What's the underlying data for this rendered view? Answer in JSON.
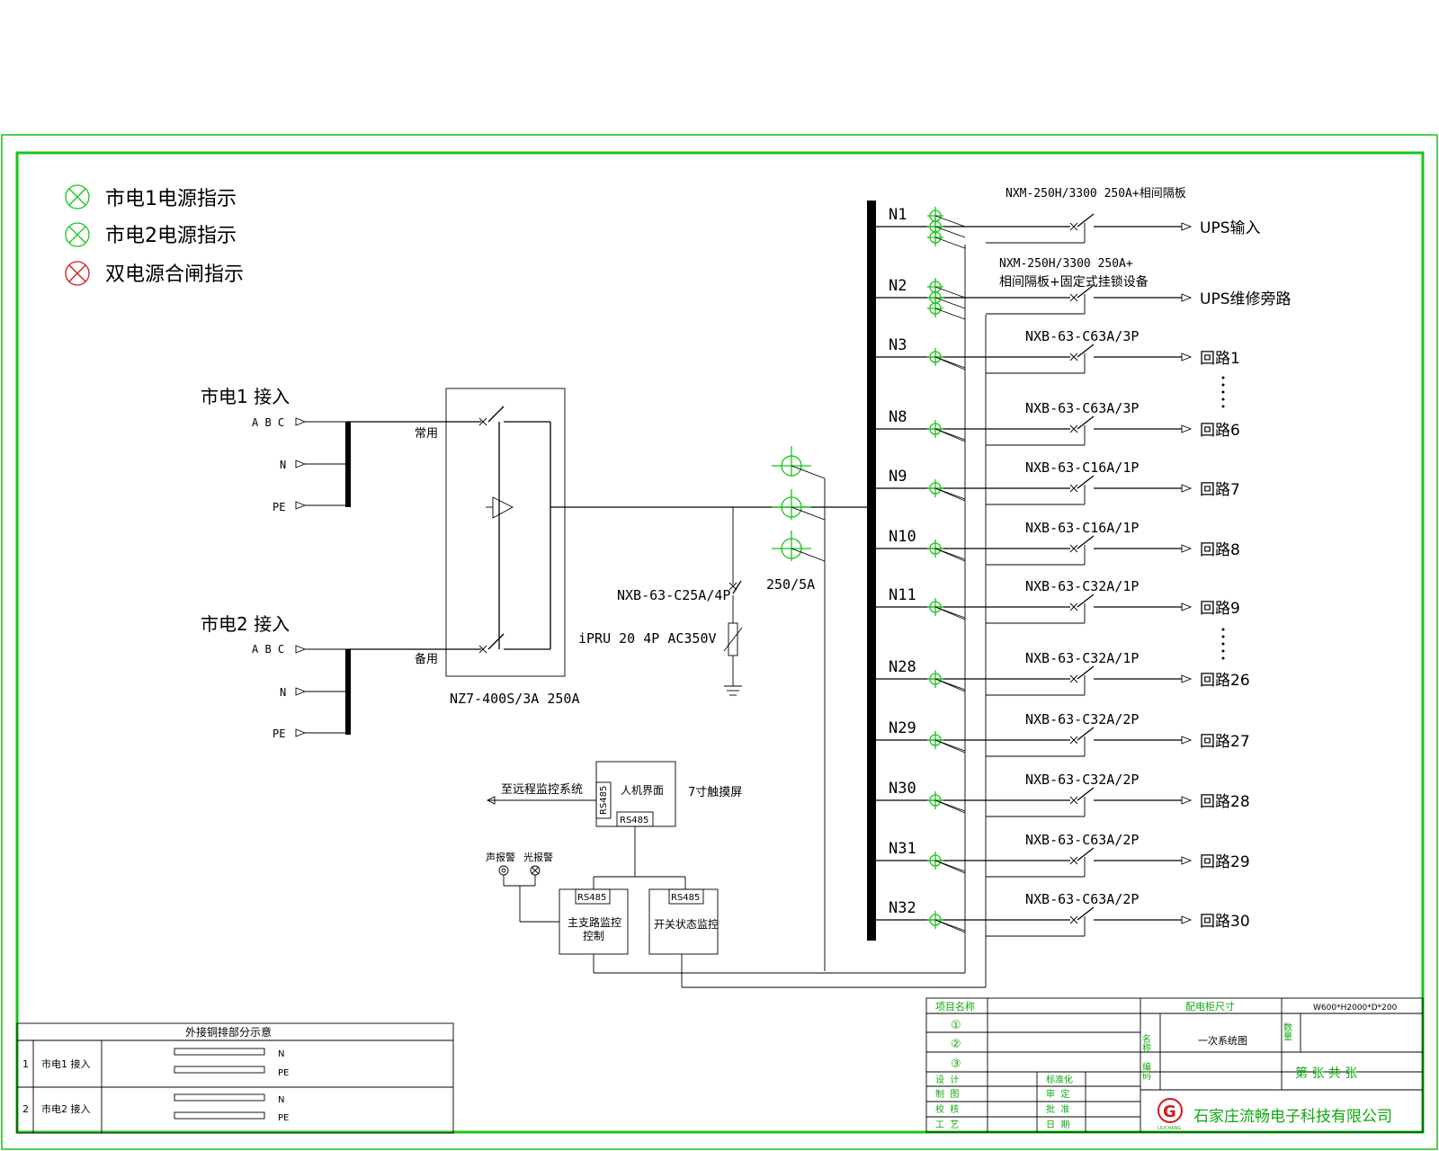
{
  "legend": [
    {
      "label": "市电1电源指示",
      "color": "#19c419"
    },
    {
      "label": "市电2电源指示",
      "color": "#19c419"
    },
    {
      "label": "双电源合闸指示",
      "color": "#d01a1a"
    }
  ],
  "inputs": {
    "source1": {
      "title": "市电1 接入",
      "abc": "A B C",
      "n": "N",
      "pe": "PE"
    },
    "source2": {
      "title": "市电2 接入",
      "abc": "A B C",
      "n": "N",
      "pe": "PE"
    }
  },
  "ats": {
    "normal": "常用",
    "backup": "备用",
    "model": "NZ7-400S/3A 250A"
  },
  "spd": {
    "breaker": "NXB-63-C25A/4P",
    "arrester": "iPRU 20 4P AC350V"
  },
  "ct_label": "250/5A",
  "feeders": [
    {
      "id": "N1",
      "breaker": "NXM-250H/3300 250A+相间隔板",
      "breaker2": "",
      "dest": "UPS输入"
    },
    {
      "id": "N2",
      "breaker": "NXM-250H/3300 250A+",
      "breaker2": "相间隔板+固定式挂锁设备",
      "dest": "UPS维修旁路"
    },
    {
      "id": "N3",
      "breaker": "NXB-63-C63A/3P",
      "breaker2": "",
      "dest": "回路1"
    },
    {
      "id": "N8",
      "breaker": "NXB-63-C63A/3P",
      "breaker2": "",
      "dest": "回路6"
    },
    {
      "id": "N9",
      "breaker": "NXB-63-C16A/1P",
      "breaker2": "",
      "dest": "回路7"
    },
    {
      "id": "N10",
      "breaker": "NXB-63-C16A/1P",
      "breaker2": "",
      "dest": "回路8"
    },
    {
      "id": "N11",
      "breaker": "NXB-63-C32A/1P",
      "breaker2": "",
      "dest": "回路9"
    },
    {
      "id": "N28",
      "breaker": "NXB-63-C32A/1P",
      "breaker2": "",
      "dest": "回路26"
    },
    {
      "id": "N29",
      "breaker": "NXB-63-C32A/2P",
      "breaker2": "",
      "dest": "回路27"
    },
    {
      "id": "N30",
      "breaker": "NXB-63-C32A/2P",
      "breaker2": "",
      "dest": "回路28"
    },
    {
      "id": "N31",
      "breaker": "NXB-63-C63A/2P",
      "breaker2": "",
      "dest": "回路29"
    },
    {
      "id": "N32",
      "breaker": "NXB-63-C63A/2P",
      "breaker2": "",
      "dest": "回路30"
    }
  ],
  "monitor": {
    "remote": "至远程监控系统",
    "hmi": "人机界面",
    "hmi_port_side": "RS485",
    "hmi_port_bottom": "RS485",
    "screen": "7寸触摸屏",
    "sound_alarm": "声报警",
    "light_alarm": "光报警",
    "mod1_port": "RS485",
    "mod1_line1": "主支路监控",
    "mod1_line2": "控制",
    "mod2_port": "RS485",
    "mod2_label": "开关状态监控"
  },
  "busbar_table": {
    "title": "外接铜排部分示意",
    "rows": [
      {
        "no": "1",
        "label": "市电1 接入",
        "n": "N",
        "pe": "PE"
      },
      {
        "no": "2",
        "label": "市电2 接入",
        "n": "N",
        "pe": "PE"
      }
    ]
  },
  "title_block": {
    "project_name": "项目名称",
    "circle1": "①",
    "circle2": "②",
    "circle3": "③",
    "cabinet_size_label": "配电柜尺寸",
    "cabinet_size_value": "W600*H2000*D*200",
    "name_label": "名称",
    "name_value": "一次系统图",
    "qty_label": "数量",
    "code_label": "编码",
    "sheet": "第 张 共 张",
    "design": "设  计",
    "standard": "标准化",
    "draw": "制  图",
    "review": "审  定",
    "check": "校  核",
    "approve": "批  准",
    "process": "工  艺",
    "date": "日  期",
    "company": "石家庄流畅电子科技有限公司",
    "logo_letter": "G",
    "logo_text": "LIUCHANG"
  }
}
